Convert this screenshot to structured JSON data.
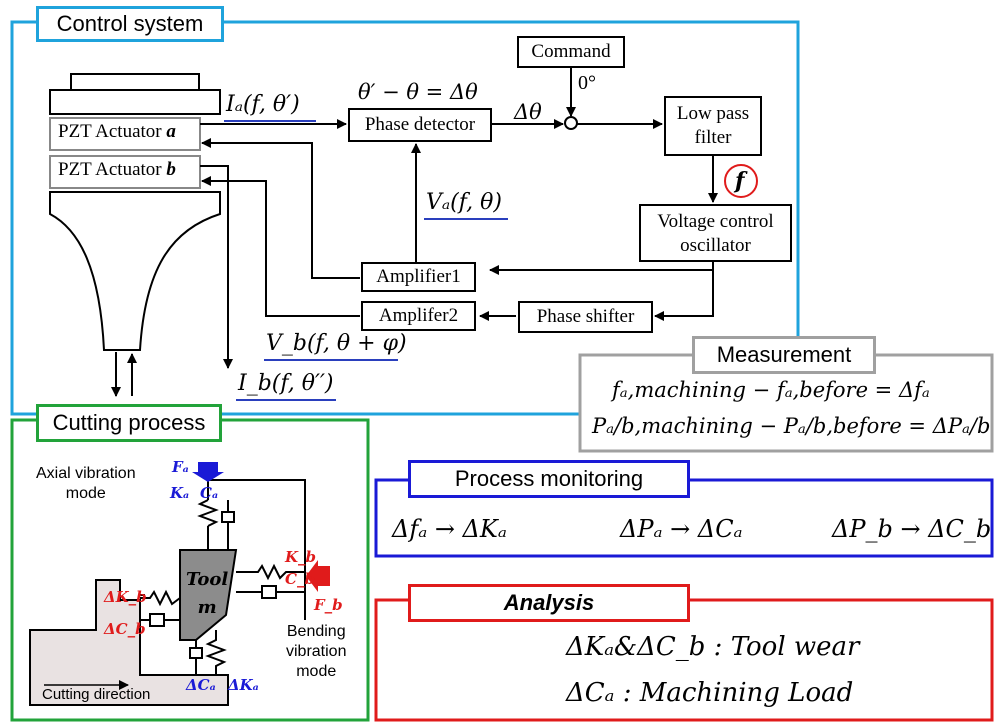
{
  "sections": {
    "control_system": "Control system",
    "cutting_process": "Cutting process",
    "measurement": "Measurement",
    "process_monitoring": "Process monitoring",
    "analysis": "Analysis"
  },
  "blocks": {
    "command": "Command",
    "zero_deg": "0°",
    "phase_detector": "Phase detector",
    "low_pass_filter_line1": "Low pass",
    "low_pass_filter_line2": "filter",
    "vco_line1": "Voltage control",
    "vco_line2": "oscillator",
    "amplifier1": "Amplifier1",
    "amplifier2": "Amplifer2",
    "phase_shifter": "Phase shifter",
    "pzt_a": "PZT Actuator ",
    "pzt_a_letter": "a",
    "pzt_b": "PZT Actuator ",
    "pzt_b_letter": "b",
    "f_circle": "f"
  },
  "signals": {
    "phase_eq": "θ′ − θ = Δθ",
    "delta_theta": "Δθ",
    "ia": "Iₐ(f, θ′)",
    "va": "Vₐ(f, θ)",
    "vb": "V_b(f, θ + φ)",
    "ib": "I_b(f, θ′′)"
  },
  "measurement": {
    "eq1": "fₐ,machining − fₐ,before = Δfₐ",
    "eq2": "Pₐ/b,machining − Pₐ/b,before = ΔPₐ/b"
  },
  "monitoring": {
    "m1": "Δfₐ → ΔKₐ",
    "m2": "ΔPₐ → ΔCₐ",
    "m3": "ΔP_b → ΔC_b"
  },
  "analysis": {
    "line1": "ΔKₐ&ΔC_b : Tool wear",
    "line2": "ΔCₐ : Machining Load"
  },
  "cutting": {
    "axial_line1": "Axial vibration",
    "axial_line2": "mode",
    "bending_line1": "Bending",
    "bending_line2": "vibration",
    "bending_line3": "mode",
    "tool_line1": "Tool",
    "tool_line2": "m",
    "fa": "Fₐ",
    "ka": "Kₐ",
    "ca": "Cₐ",
    "kb": "K_b",
    "cb": "C_b",
    "fb": "F_b",
    "dkb": "ΔK_b",
    "dcb": "ΔC_b",
    "dca": "ΔCₐ",
    "dka": "ΔKₐ",
    "cutting_direction": "Cutting direction"
  },
  "colors": {
    "control_border": "#1fa3dc",
    "cutting_border": "#22a33a",
    "measurement_border": "#a0a0a0",
    "monitoring_border": "#1a1ad6",
    "analysis_border": "#e01b1b",
    "blue_label": "#1a1ad6",
    "red_label": "#e01b1b",
    "workpiece": "#e9e2e2",
    "tool": "#8c8c8c"
  }
}
